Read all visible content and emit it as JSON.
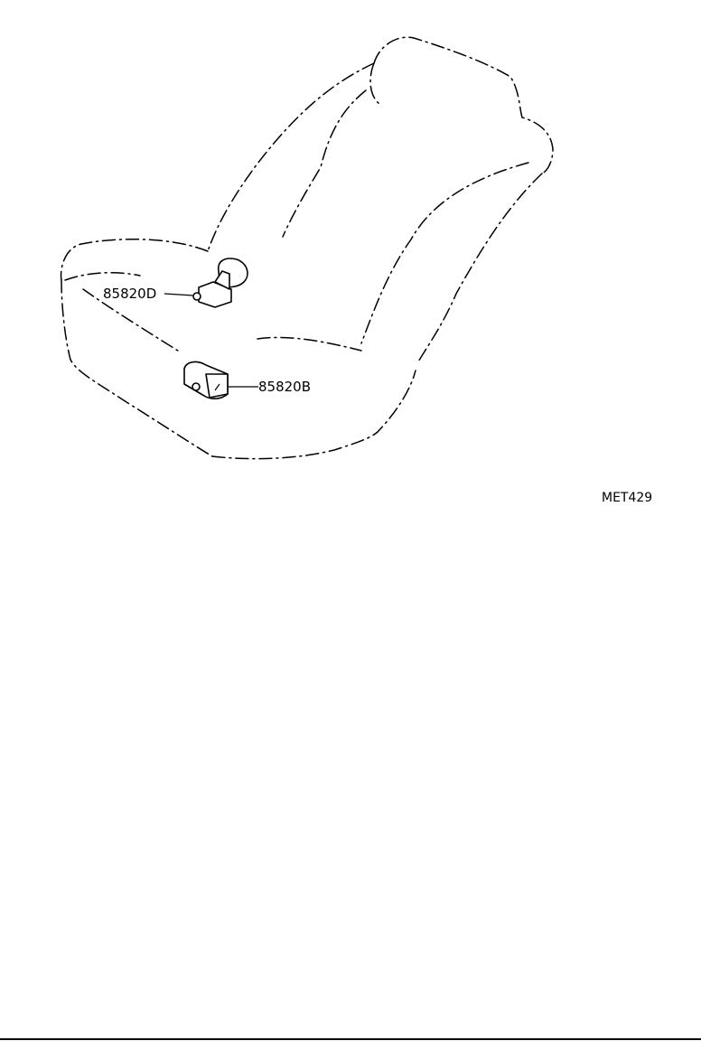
{
  "diagram": {
    "subject": "seat",
    "parts": [
      {
        "id": "upper",
        "label": "85820D"
      },
      {
        "id": "lower",
        "label": "85820B"
      }
    ],
    "figure_code": "MET429"
  }
}
